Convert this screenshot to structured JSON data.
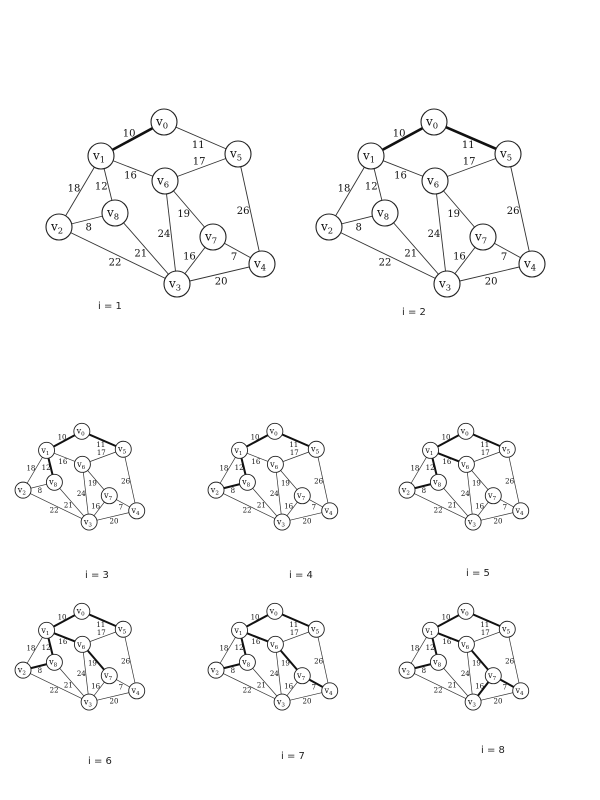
{
  "nodes": [
    {
      "id": "v0",
      "sub": "0"
    },
    {
      "id": "v1",
      "sub": "1"
    },
    {
      "id": "v2",
      "sub": "2"
    },
    {
      "id": "v3",
      "sub": "3"
    },
    {
      "id": "v4",
      "sub": "4"
    },
    {
      "id": "v5",
      "sub": "5"
    },
    {
      "id": "v6",
      "sub": "6"
    },
    {
      "id": "v7",
      "sub": "7"
    },
    {
      "id": "v8",
      "sub": "8"
    }
  ],
  "node_prefix": "v",
  "edges": [
    {
      "a": "v0",
      "b": "v1",
      "w": "10"
    },
    {
      "a": "v0",
      "b": "v5",
      "w": "11"
    },
    {
      "a": "v1",
      "b": "v6",
      "w": "16"
    },
    {
      "a": "v1",
      "b": "v2",
      "w": "18"
    },
    {
      "a": "v1",
      "b": "v8",
      "w": "12"
    },
    {
      "a": "v5",
      "b": "v6",
      "w": "17"
    },
    {
      "a": "v5",
      "b": "v4",
      "w": "26"
    },
    {
      "a": "v2",
      "b": "v8",
      "w": "8"
    },
    {
      "a": "v2",
      "b": "v3",
      "w": "22"
    },
    {
      "a": "v8",
      "b": "v3",
      "w": "21"
    },
    {
      "a": "v6",
      "b": "v3",
      "w": "24"
    },
    {
      "a": "v6",
      "b": "v7",
      "w": "19"
    },
    {
      "a": "v7",
      "b": "v3",
      "w": "16"
    },
    {
      "a": "v7",
      "b": "v4",
      "w": "7"
    },
    {
      "a": "v3",
      "b": "v4",
      "w": "20"
    }
  ],
  "panels": [
    {
      "label": "i = 1",
      "tree_edges": [
        [
          0,
          1
        ]
      ]
    },
    {
      "label": "i = 2",
      "tree_edges": [
        [
          0,
          1
        ],
        [
          0,
          5
        ]
      ]
    },
    {
      "label": "i = 3",
      "tree_edges": [
        [
          0,
          1
        ],
        [
          0,
          5
        ],
        [
          1,
          8
        ]
      ]
    },
    {
      "label": "i = 4",
      "tree_edges": [
        [
          0,
          1
        ],
        [
          0,
          5
        ],
        [
          1,
          8
        ],
        [
          2,
          8
        ]
      ]
    },
    {
      "label": "i = 5",
      "tree_edges": [
        [
          0,
          1
        ],
        [
          0,
          5
        ],
        [
          1,
          8
        ],
        [
          2,
          8
        ],
        [
          1,
          6
        ]
      ]
    },
    {
      "label": "i = 6",
      "tree_edges": [
        [
          0,
          1
        ],
        [
          0,
          5
        ],
        [
          1,
          8
        ],
        [
          2,
          8
        ],
        [
          1,
          6
        ],
        [
          6,
          7
        ]
      ]
    },
    {
      "label": "i = 7",
      "tree_edges": [
        [
          0,
          1
        ],
        [
          0,
          5
        ],
        [
          1,
          8
        ],
        [
          2,
          8
        ],
        [
          1,
          6
        ],
        [
          6,
          7
        ],
        [
          7,
          4
        ]
      ]
    },
    {
      "label": "i = 8",
      "tree_edges": [
        [
          0,
          1
        ],
        [
          0,
          5
        ],
        [
          1,
          8
        ],
        [
          2,
          8
        ],
        [
          1,
          6
        ],
        [
          6,
          7
        ],
        [
          7,
          4
        ],
        [
          7,
          3
        ]
      ]
    }
  ]
}
